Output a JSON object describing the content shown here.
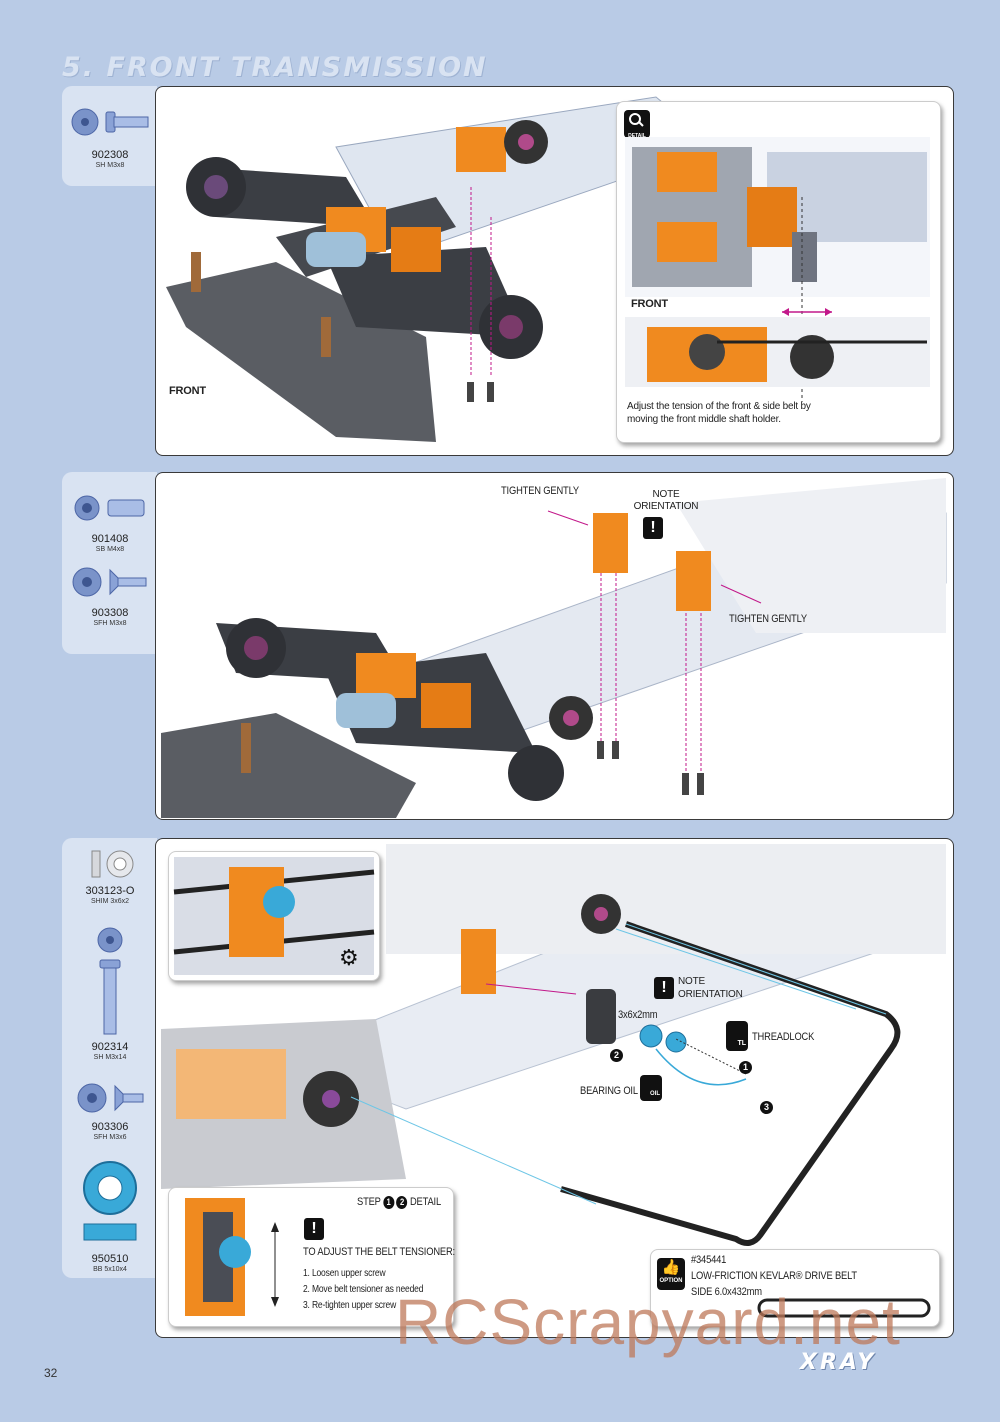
{
  "section_title": "5. FRONT TRANSMISSION",
  "page_number": "32",
  "brand": "XRAY",
  "watermark": "RCScrapyard.net",
  "step1": {
    "parts": [
      {
        "code": "902308",
        "desc": "SH M3x8"
      }
    ],
    "front_label": "FRONT",
    "detail_icon_label": "DETAIL",
    "detail_front_label": "FRONT",
    "detail_note": "Adjust the tension of the front & side belt by moving the front middle shaft holder."
  },
  "step2": {
    "parts": [
      {
        "code": "901408",
        "desc": "SB M4x8"
      },
      {
        "code": "903308",
        "desc": "SFH M3x8"
      }
    ],
    "label_tighten_1": "TIGHTEN GENTLY",
    "label_note": "NOTE ORIENTATION",
    "label_tighten_2": "TIGHTEN GENTLY"
  },
  "step3": {
    "parts": [
      {
        "code": "303123-O",
        "desc": "SHIM 3x6x2"
      },
      {
        "code": "902314",
        "desc": "SH M3x14"
      },
      {
        "code": "903306",
        "desc": "SFH M3x6"
      },
      {
        "code": "950510",
        "desc": "BB 5x10x4"
      }
    ],
    "label_note": "NOTE ORIENTATION",
    "label_shim": "3x6x2mm",
    "label_threadlock": "THREADLOCK",
    "label_bearing_oil": "BEARING OIL",
    "tl_icon": "TL",
    "oil_icon": "OIL",
    "step_num_1": "1",
    "step_num_2": "2",
    "step_num_3": "3",
    "detail_title": "STEP",
    "detail_title_suffix": "DETAIL",
    "detail_heading": "TO ADJUST THE BELT TENSIONER:",
    "detail_steps": [
      "1. Loosen upper screw",
      "2. Move belt tensioner as needed",
      "3. Re-tighten upper screw"
    ],
    "option_icon": "OPTION",
    "option_part": "#345441",
    "option_line1": "LOW-FRICTION KEVLAR® DRIVE BELT",
    "option_line2": "SIDE 6.0x432mm"
  }
}
